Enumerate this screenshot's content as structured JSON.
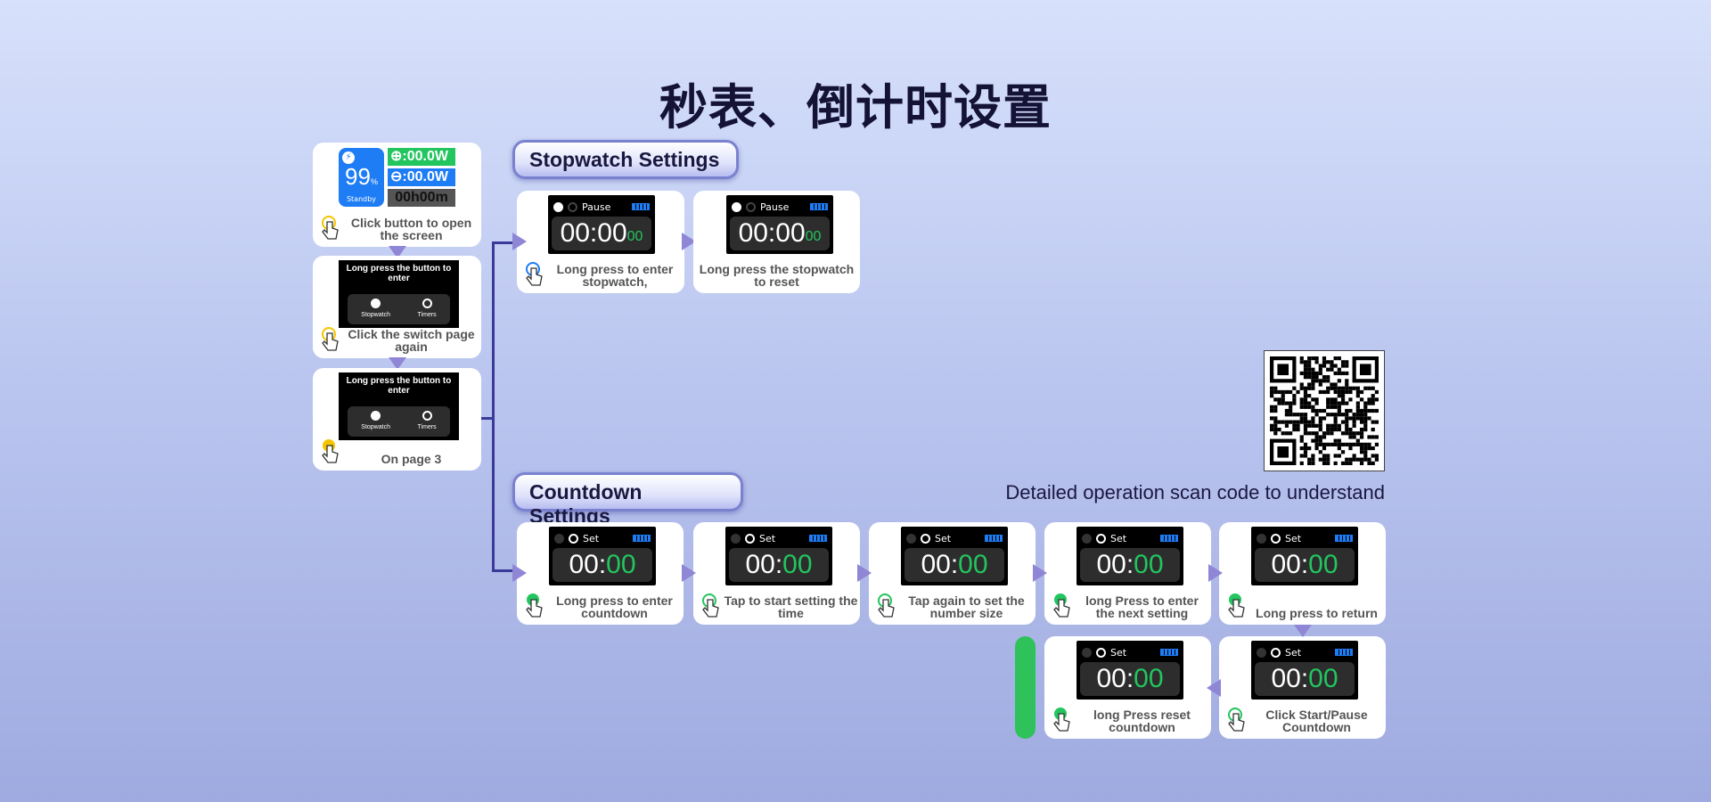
{
  "title": "秒表、倒计时设置",
  "start": [
    {
      "caption": "Click button to open the screen"
    },
    {
      "caption": "Click the switch page again",
      "menu_title": "Long press the button to enter",
      "opt1": "Stopwatch",
      "opt2": "Timers"
    },
    {
      "caption": "On page 3",
      "menu_title": "Long press the button to enter",
      "opt1": "Stopwatch",
      "opt2": "Timers"
    }
  ],
  "home": {
    "battery": "99",
    "unit": "%",
    "status": "Standby",
    "input": ":00.0W",
    "output": ":00.0W",
    "time": "00h00m"
  },
  "stopwatch": {
    "heading": "Stopwatch Settings",
    "mode": "Pause",
    "time": "00:00",
    "ms": "00",
    "steps": [
      {
        "caption": "Long press to enter stopwatch,"
      },
      {
        "caption": "Long press the stopwatch to reset"
      }
    ]
  },
  "countdown": {
    "heading": "Countdown Settings",
    "mode": "Set",
    "mm": "00:",
    "ss": "00",
    "steps": [
      {
        "caption": "Long press to enter countdown"
      },
      {
        "caption": "Tap to start setting the time"
      },
      {
        "caption": "Tap again to set the number size"
      },
      {
        "caption": "long Press to enter the next setting"
      },
      {
        "caption": "Long press to return"
      },
      {
        "caption": "Click Start/Pause Countdown"
      },
      {
        "caption": "long Press reset countdown"
      }
    ]
  },
  "qr_caption": "Detailed operation scan code to understand",
  "colors": {
    "green": "#22c55e",
    "blue": "#1e7cf5",
    "yellow": "#f5c400"
  }
}
